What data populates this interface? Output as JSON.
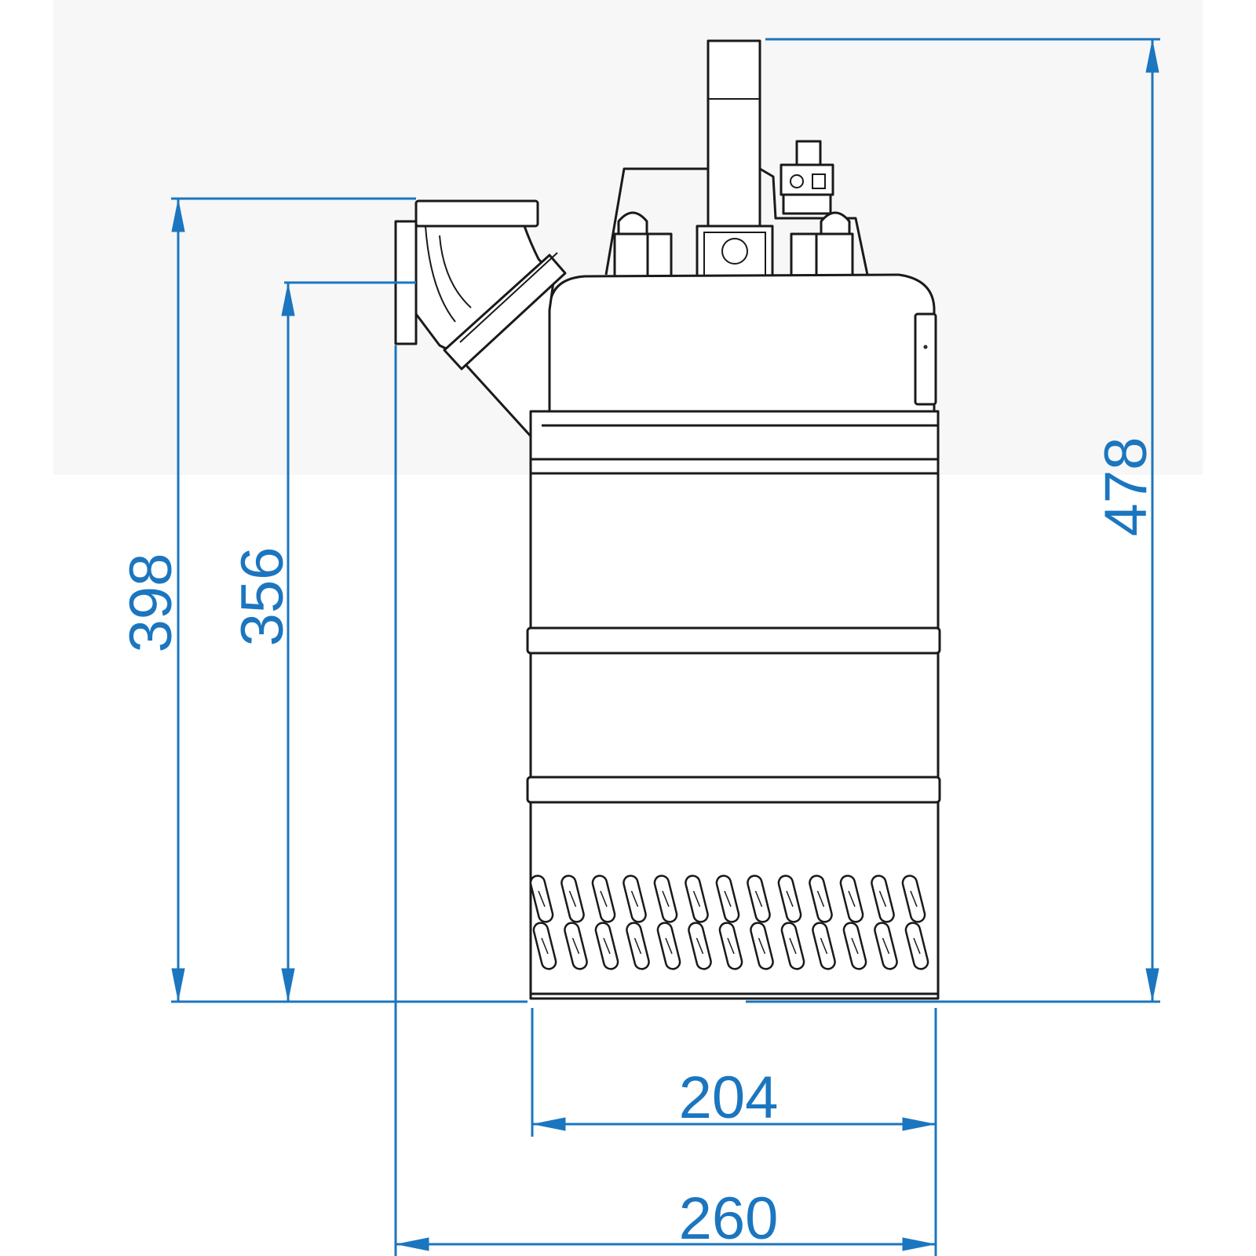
{
  "dimensions": {
    "height_total": "478",
    "height_outlet": "398",
    "height_outlet_center": "356",
    "diameter_body": "204",
    "width_total": "260"
  },
  "colors": {
    "dimension": "#1b76bf",
    "outline": "#1a1a1a",
    "background_top": "#f7f7f7"
  }
}
